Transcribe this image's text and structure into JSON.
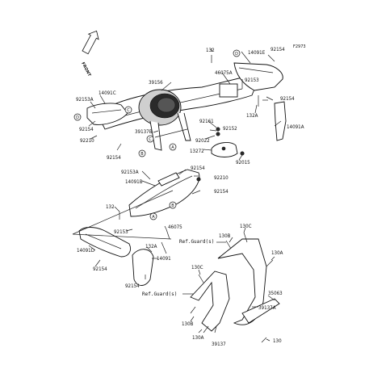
{
  "diagram_code": "F2973",
  "front_arrow": "FRONT",
  "labels": {
    "l132_top": "132",
    "l14091E": "14091E",
    "l92154_tr": "92154",
    "l46075A": "46075A",
    "l92153_top": "92153",
    "l39156": "39156",
    "l14091C": "14091C",
    "l92153A_left": "92153A",
    "l92154_r": "92154",
    "l132A_top": "132A",
    "l14091A": "14091A",
    "l92161": "92161",
    "l92152": "92152",
    "l39137B": "39137B",
    "l92154_left": "92154",
    "l92210_left": "92210",
    "l92022": "92022",
    "l13272": "13272",
    "l92015": "92015",
    "l92154_leftb": "92154",
    "l92153A_mid": "92153A",
    "l92154_mid": "92154",
    "l14091B": "14091B",
    "l92210_mid": "92210",
    "l92154_mid2": "92154",
    "l132_mid": "132",
    "l46075": "46075",
    "l92153_mid": "92153",
    "l130C_top": "130C",
    "l130B_top": "130B",
    "l132A_low": "132A",
    "l14091D": "14091D",
    "l14091": "14091",
    "l130A_r": "130A",
    "l92154_low": "92154",
    "l130C_mid": "130C",
    "l92154_bottom": "92154",
    "l35063": "35063",
    "l39137A": "39137A",
    "l130B_bot": "130B",
    "l130A_bot": "130A",
    "l39137": "39137",
    "l130_bot": "130"
  },
  "refs": {
    "ref_guard_top": "Ref.Guard(s)",
    "ref_guard_bot": "Ref.Guard(s)"
  },
  "callouts": {
    "A": "A",
    "B": "B",
    "C": "C",
    "D": "D"
  }
}
